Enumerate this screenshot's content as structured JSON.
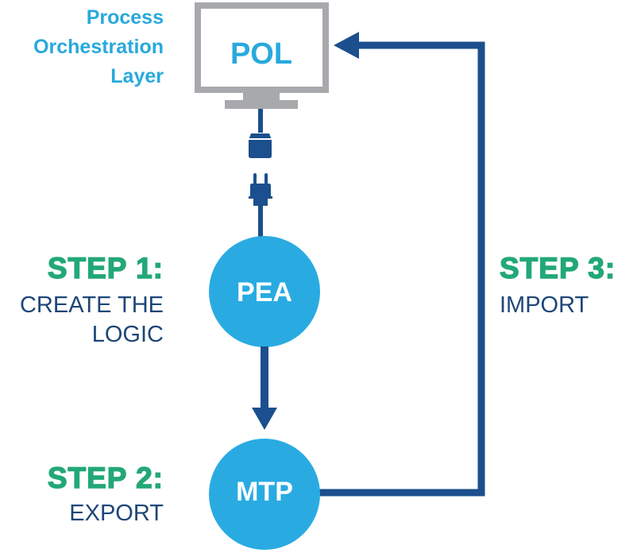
{
  "diagram": {
    "top_label": [
      "Process",
      "Orchestration",
      "Layer"
    ],
    "nodes": {
      "pol": {
        "label": "POL"
      },
      "pea": {
        "label": "PEA"
      },
      "mtp": {
        "label": "MTP"
      }
    },
    "steps": [
      {
        "heading": "STEP 1:",
        "description": [
          "CREATE THE",
          "LOGIC"
        ]
      },
      {
        "heading": "STEP 2:",
        "description": [
          "EXPORT"
        ]
      },
      {
        "heading": "STEP 3:",
        "description": [
          "IMPORT"
        ]
      }
    ],
    "connections": [
      {
        "from": "POL",
        "to": "PEA",
        "type": "plug-connector"
      },
      {
        "from": "PEA",
        "to": "MTP",
        "type": "arrow"
      },
      {
        "from": "MTP",
        "to": "POL",
        "type": "arrow"
      }
    ],
    "colors": {
      "node_fill": "#29abe2",
      "line": "#1b4f8d",
      "monitor_frame": "#a7a9ac",
      "step_heading": "#22a877",
      "step_text": "#1d4678",
      "title_text": "#28a9dc"
    }
  }
}
